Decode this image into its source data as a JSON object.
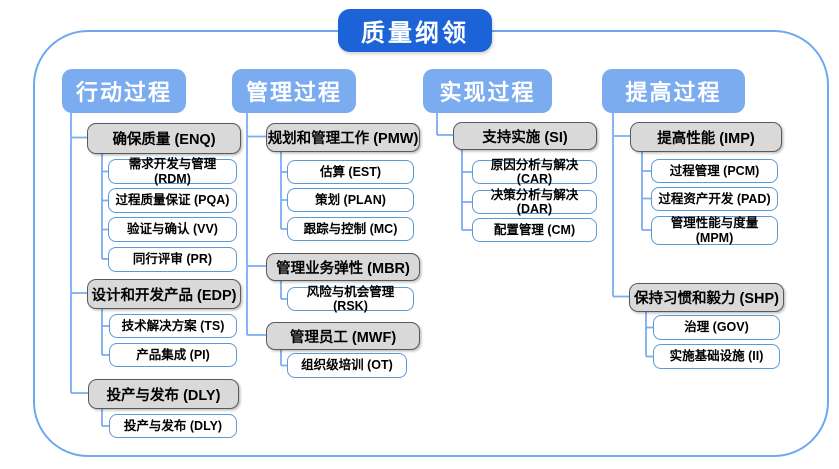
{
  "title": "质量纲领",
  "colors": {
    "title_bg": "#1b63d6",
    "header_bg": "#7cacf0",
    "group_bg": "#d9d9d9",
    "group_border": "#595959",
    "child_border": "#5b9bd5",
    "connector": "#7cacf0",
    "frame_border": "#6ea8f0"
  },
  "columns": [
    {
      "header": "行动过程",
      "groups": [
        {
          "label": "确保质量 (ENQ)",
          "children": [
            "需求开发与管理 (RDM)",
            "过程质量保证 (PQA)",
            "验证与确认 (VV)",
            "同行评审 (PR)"
          ]
        },
        {
          "label": "设计和开发产品 (EDP)",
          "children": [
            "技术解决方案 (TS)",
            "产品集成 (PI)"
          ]
        },
        {
          "label": "投产与发布 (DLY)",
          "children": [
            "投产与发布 (DLY)"
          ]
        }
      ]
    },
    {
      "header": "管理过程",
      "groups": [
        {
          "label": "规划和管理工作 (PMW)",
          "children": [
            "估算 (EST)",
            "策划 (PLAN)",
            "跟踪与控制 (MC)"
          ]
        },
        {
          "label": "管理业务弹性 (MBR)",
          "children": [
            "风险与机会管理 (RSK)"
          ]
        },
        {
          "label": "管理员工 (MWF)",
          "children": [
            "组织级培训 (OT)"
          ]
        }
      ]
    },
    {
      "header": "实现过程",
      "groups": [
        {
          "label": "支持实施 (SI)",
          "children": [
            "原因分析与解决 (CAR)",
            "决策分析与解决 (DAR)",
            "配置管理 (CM)"
          ]
        }
      ]
    },
    {
      "header": "提高过程",
      "groups": [
        {
          "label": "提高性能 (IMP)",
          "children": [
            "过程管理 (PCM)",
            "过程资产开发 (PAD)",
            "管理性能与度量 (MPM)"
          ]
        },
        {
          "label": "保持习惯和毅力 (SHP)",
          "children": [
            "治理 (GOV)",
            "实施基础设施 (II)"
          ]
        }
      ]
    }
  ]
}
